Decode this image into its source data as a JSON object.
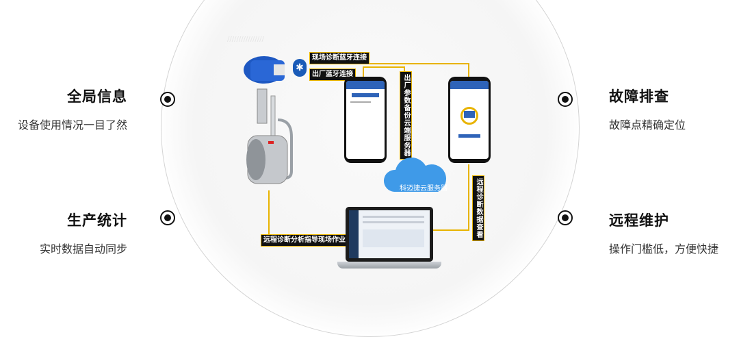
{
  "features": {
    "global_info": {
      "title": "全局信息",
      "desc": "设备使用情况一目了然"
    },
    "production": {
      "title": "生产统计",
      "desc": "实时数据自动同步"
    },
    "fault": {
      "title": "故障排查",
      "desc": "故障点精确定位"
    },
    "remote": {
      "title": "远程维护",
      "desc": "操作门槛低，方便快捷"
    }
  },
  "labels": {
    "field_bt": "现场诊断蓝牙连接",
    "factory_bt": "出厂蓝牙连接",
    "backup": "出厂参数备份云端服务器",
    "remote_view": "远程诊断数据查看",
    "remote_guide": "远程诊断分析指导现场作业",
    "cloud": "科迈捷云服务器"
  },
  "colors": {
    "accent": "#e8b300",
    "brand_blue": "#1a5bb8",
    "dark": "#111111"
  },
  "icons": {
    "bluetooth": "bluetooth-icon"
  }
}
